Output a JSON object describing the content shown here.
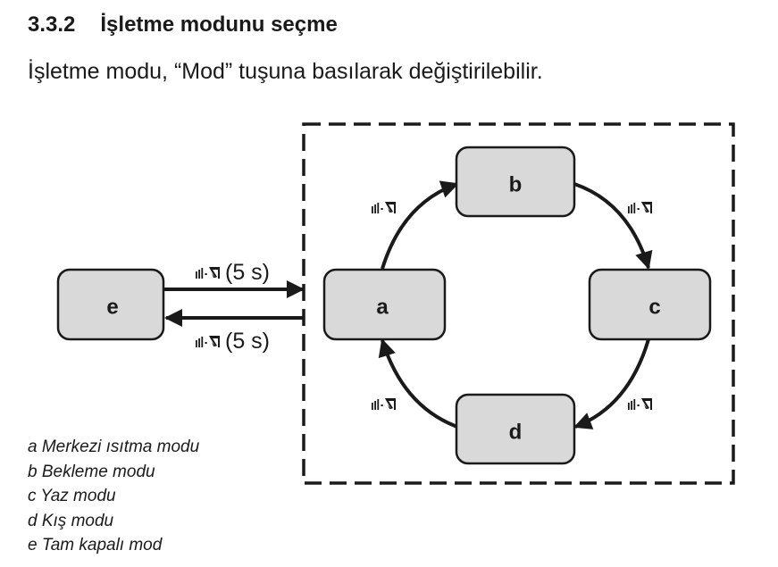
{
  "section": {
    "number": "3.3.2",
    "title": "İşletme modunu seçme"
  },
  "intro": "İşletme modu, “Mod” tuşuna basılarak değiştirilebilir.",
  "nodes": {
    "a": "a",
    "b": "b",
    "c": "c",
    "d": "d",
    "e": "e"
  },
  "transitions": {
    "e_to_a_time": "(5 s)",
    "a_to_e_time": "(5 s)"
  },
  "legend": [
    "a Merkezi ısıtma modu",
    "b Bekleme modu",
    "c Yaz modu",
    "d Kış modu",
    "e Tam kapalı mod"
  ]
}
